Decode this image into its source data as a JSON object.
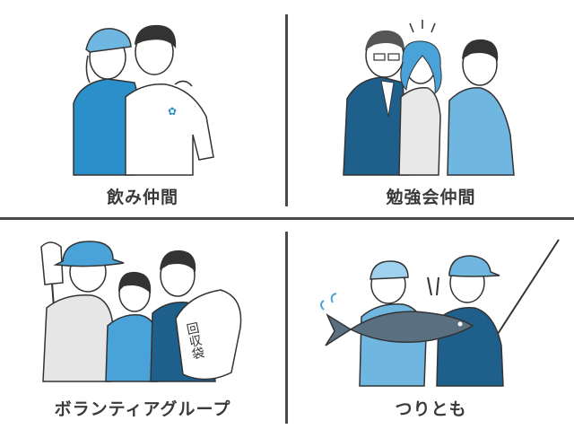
{
  "panels": [
    {
      "caption": "飲み仲間",
      "icon": "drinking-friends-illustration"
    },
    {
      "caption": "勉強会仲間",
      "icon": "study-group-illustration"
    },
    {
      "caption": "ボランティアグループ",
      "icon": "volunteer-group-illustration"
    },
    {
      "caption": "つりとも",
      "icon": "fishing-friends-illustration"
    }
  ],
  "bag_label": "回収袋",
  "colors": {
    "accent_blue": "#2b8fc9",
    "dark_blue": "#1f5f8b",
    "light_blue": "#9fd2ef",
    "line": "#333333",
    "divider": "#4a4a4a"
  }
}
